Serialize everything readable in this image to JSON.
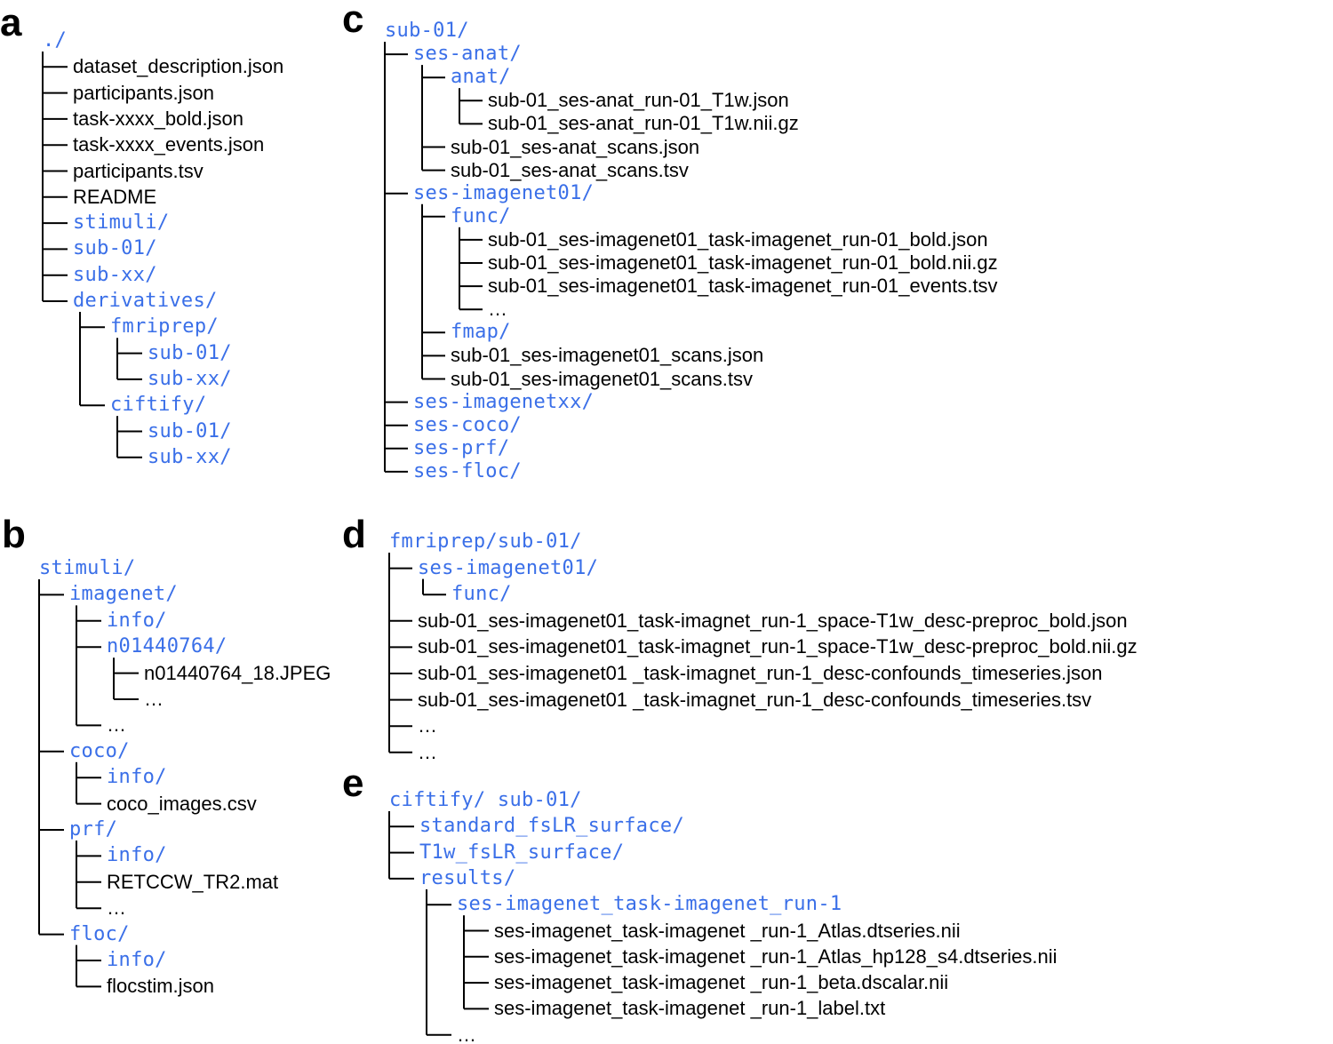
{
  "colors": {
    "directory": "#3a6fe8",
    "file": "#000000",
    "connector": "#000000"
  },
  "panels": [
    {
      "letter": "a",
      "root": "./",
      "tree": [
        {
          "name": "dataset_description.json",
          "type": "file"
        },
        {
          "name": "participants.json",
          "type": "file"
        },
        {
          "name": "task-xxxx_bold.json",
          "type": "file"
        },
        {
          "name": "task-xxxx_events.json",
          "type": "file"
        },
        {
          "name": "participants.tsv",
          "type": "file"
        },
        {
          "name": "README",
          "type": "file"
        },
        {
          "name": "stimuli/",
          "type": "dir"
        },
        {
          "name": "sub-01/",
          "type": "dir"
        },
        {
          "name": "sub-xx/",
          "type": "dir"
        },
        {
          "name": "derivatives/",
          "type": "dir",
          "children": [
            {
              "name": "fmriprep/",
              "type": "dir",
              "children": [
                {
                  "name": "sub-01/",
                  "type": "dir"
                },
                {
                  "name": "sub-xx/",
                  "type": "dir"
                }
              ]
            },
            {
              "name": "ciftify/",
              "type": "dir",
              "children": [
                {
                  "name": "sub-01/",
                  "type": "dir"
                },
                {
                  "name": "sub-xx/",
                  "type": "dir"
                }
              ]
            }
          ]
        }
      ]
    },
    {
      "letter": "b",
      "root": "stimuli/",
      "tree": [
        {
          "name": "imagenet/",
          "type": "dir",
          "children": [
            {
              "name": "info/",
              "type": "dir"
            },
            {
              "name": "n01440764/",
              "type": "dir",
              "children": [
                {
                  "name": "n01440764_18.JPEG",
                  "type": "file"
                },
                {
                  "name": "…",
                  "type": "file"
                }
              ]
            },
            {
              "name": "…",
              "type": "file"
            }
          ]
        },
        {
          "name": "coco/",
          "type": "dir",
          "children": [
            {
              "name": "info/",
              "type": "dir"
            },
            {
              "name": "coco_images.csv",
              "type": "file"
            }
          ]
        },
        {
          "name": "prf/",
          "type": "dir",
          "children": [
            {
              "name": "info/",
              "type": "dir"
            },
            {
              "name": "RETCCW_TR2.mat",
              "type": "file"
            },
            {
              "name": "…",
              "type": "file"
            }
          ]
        },
        {
          "name": "floc/",
          "type": "dir",
          "children": [
            {
              "name": "info/",
              "type": "dir"
            },
            {
              "name": "flocstim.json",
              "type": "file"
            }
          ]
        }
      ]
    },
    {
      "letter": "c",
      "root": "sub-01/",
      "tree": [
        {
          "name": "ses-anat/",
          "type": "dir",
          "children": [
            {
              "name": "anat/",
              "type": "dir",
              "children": [
                {
                  "name": "sub-01_ses-anat_run-01_T1w.json",
                  "type": "file"
                },
                {
                  "name": "sub-01_ses-anat_run-01_T1w.nii.gz",
                  "type": "file"
                }
              ]
            },
            {
              "name": "sub-01_ses-anat_scans.json",
              "type": "file"
            },
            {
              "name": "sub-01_ses-anat_scans.tsv",
              "type": "file"
            }
          ]
        },
        {
          "name": "ses-imagenet01/",
          "type": "dir",
          "children": [
            {
              "name": "func/",
              "type": "dir",
              "children": [
                {
                  "name": "sub-01_ses-imagenet01_task-imagenet_run-01_bold.json",
                  "type": "file"
                },
                {
                  "name": "sub-01_ses-imagenet01_task-imagenet_run-01_bold.nii.gz",
                  "type": "file"
                },
                {
                  "name": "sub-01_ses-imagenet01_task-imagenet_run-01_events.tsv",
                  "type": "file"
                },
                {
                  "name": "…",
                  "type": "file"
                }
              ]
            },
            {
              "name": "fmap/",
              "type": "dir"
            },
            {
              "name": "sub-01_ses-imagenet01_scans.json",
              "type": "file"
            },
            {
              "name": "sub-01_ses-imagenet01_scans.tsv",
              "type": "file"
            }
          ]
        },
        {
          "name": "ses-imagenetxx/",
          "type": "dir"
        },
        {
          "name": "ses-coco/",
          "type": "dir"
        },
        {
          "name": "ses-prf/",
          "type": "dir"
        },
        {
          "name": "ses-floc/",
          "type": "dir"
        }
      ]
    },
    {
      "letter": "d",
      "root": "fmriprep/sub-01/",
      "tree": [
        {
          "name": "ses-imagenet01/",
          "type": "dir",
          "children": [
            {
              "name": "func/",
              "type": "dir"
            }
          ]
        },
        {
          "name": "sub-01_ses-imagenet01_task-imagnet_run-1_space-T1w_desc-preproc_bold.json",
          "type": "file"
        },
        {
          "name": "sub-01_ses-imagenet01_task-imagnet_run-1_space-T1w_desc-preproc_bold.nii.gz",
          "type": "file"
        },
        {
          "name": "sub-01_ses-imagenet01 _task-imagnet_run-1_desc-confounds_timeseries.json",
          "type": "file"
        },
        {
          "name": "sub-01_ses-imagenet01 _task-imagnet_run-1_desc-confounds_timeseries.tsv",
          "type": "file"
        },
        {
          "name": "…",
          "type": "file"
        },
        {
          "name": "…",
          "type": "file"
        }
      ]
    },
    {
      "letter": "e",
      "root": "ciftify/ sub-01/",
      "tree": [
        {
          "name": "standard_fsLR_surface/",
          "type": "dir"
        },
        {
          "name": "T1w_fsLR_surface/",
          "type": "dir"
        },
        {
          "name": "results/",
          "type": "dir",
          "children": [
            {
              "name": "ses-imagenet_task-imagenet_run-1",
              "type": "dir",
              "children": [
                {
                  "name": "ses-imagenet_task-imagenet _run-1_Atlas.dtseries.nii",
                  "type": "file"
                },
                {
                  "name": "ses-imagenet_task-imagenet _run-1_Atlas_hp128_s4.dtseries.nii",
                  "type": "file"
                },
                {
                  "name": "ses-imagenet_task-imagenet _run-1_beta.dscalar.nii",
                  "type": "file"
                },
                {
                  "name": "ses-imagenet_task-imagenet _run-1_label.txt",
                  "type": "file"
                }
              ]
            },
            {
              "name": "…",
              "type": "file"
            }
          ]
        }
      ]
    }
  ]
}
